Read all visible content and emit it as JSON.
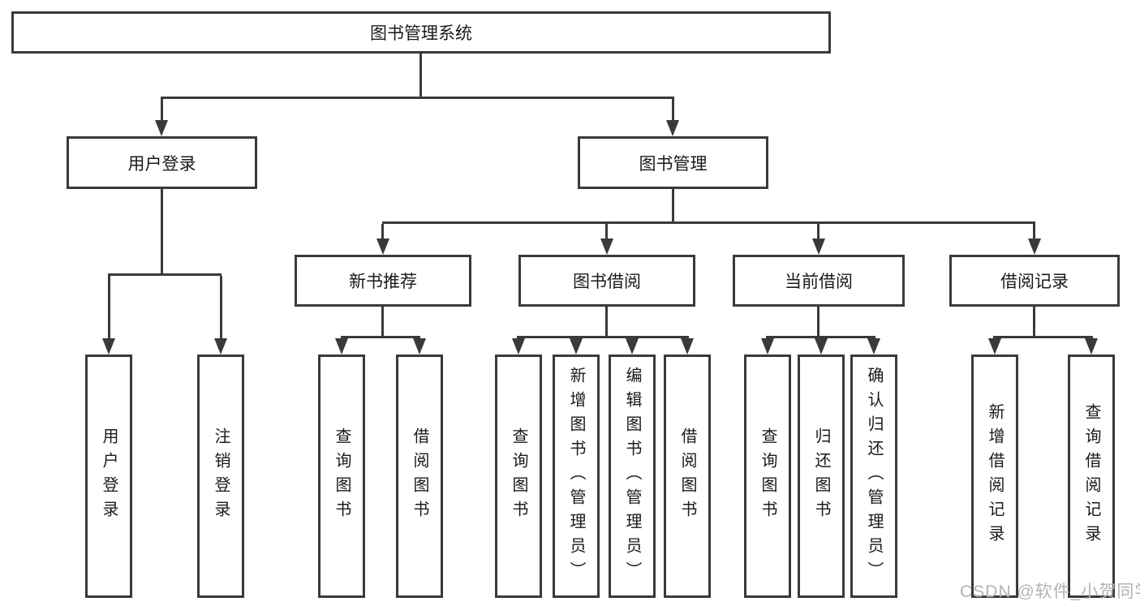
{
  "colors": {
    "line": "#3a3a3a",
    "text": "#1a1a1a",
    "background": "#ffffff",
    "watermark": "#b3b3b3"
  },
  "watermark": "CSDN @软件_小贺同学",
  "tree": {
    "root": {
      "label": "图书管理系统"
    },
    "level2": [
      {
        "label": "用户登录"
      },
      {
        "label": "图书管理"
      }
    ],
    "level3": [
      {
        "label": "新书推荐"
      },
      {
        "label": "图书借阅"
      },
      {
        "label": "当前借阅"
      },
      {
        "label": "借阅记录"
      }
    ],
    "leaves": {
      "user_login": [
        {
          "label": "用户登录"
        },
        {
          "label": "注销登录"
        }
      ],
      "new_book_recommend": [
        {
          "label": "查询图书"
        },
        {
          "label": "借阅图书"
        }
      ],
      "book_borrow": [
        {
          "label": "查询图书"
        },
        {
          "label": "新增图书（管理员）"
        },
        {
          "label": "编辑图书（管理员）"
        },
        {
          "label": "借阅图书"
        }
      ],
      "current_borrow": [
        {
          "label": "查询图书"
        },
        {
          "label": "归还图书"
        },
        {
          "label": "确认归还（管理员）"
        }
      ],
      "borrow_record": [
        {
          "label": "新增借阅记录"
        },
        {
          "label": "查询借阅记录"
        }
      ]
    }
  }
}
